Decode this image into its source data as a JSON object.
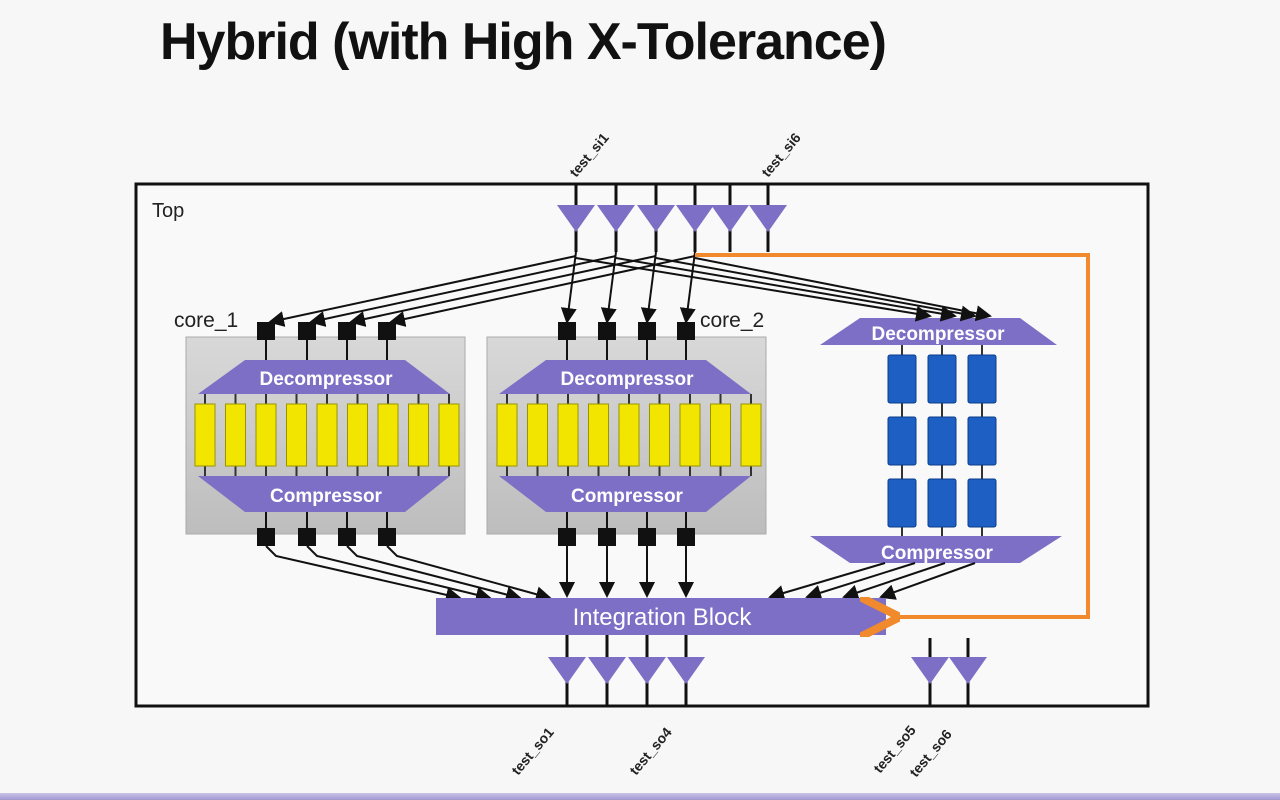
{
  "slide": {
    "title": "Hybrid (with High X-Tolerance)"
  },
  "diagram": {
    "top_label": "Top",
    "core1_label": "core_1",
    "core2_label": "core_2",
    "core1": {
      "decompressor": "Decompressor",
      "compressor": "Compressor",
      "chains": 9
    },
    "core2": {
      "decompressor": "Decompressor",
      "compressor": "Compressor",
      "chains": 9
    },
    "top_level": {
      "decompressor": "Decompressor",
      "compressor": "Compressor",
      "rows": 3,
      "cols": 3
    },
    "integration_block": "Integration Block",
    "inputs": {
      "first": "test_si1",
      "last": "test_si6"
    },
    "outputs": {
      "first": "test_so1",
      "fourth": "test_so4",
      "fifth": "test_so5",
      "sixth": "test_so6"
    },
    "colors": {
      "purple": "#7e6fc6",
      "yellow": "#f2e600",
      "blue": "#1e5fc4",
      "orange": "#f08a2c",
      "core_bg": "#c9c9c9"
    }
  }
}
